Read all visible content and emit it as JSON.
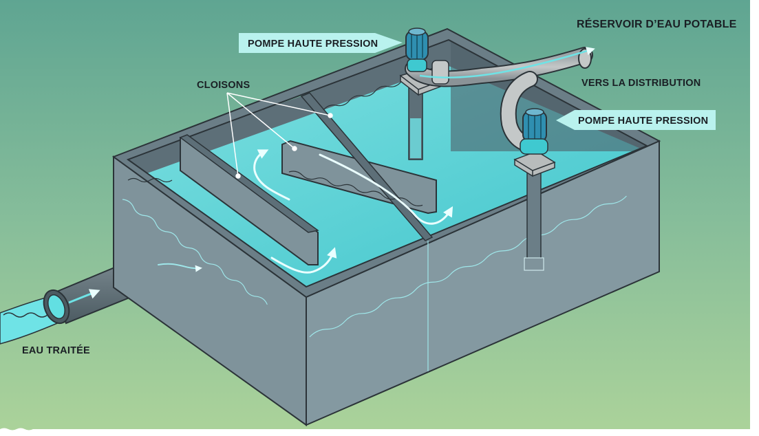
{
  "title": "RÉSERVOIR D’EAU POTABLE",
  "labels": {
    "pump_top": "POMPE HAUTE PRESSION",
    "pump_right": "POMPE HAUTE PRESSION",
    "partitions": "CLOISONS",
    "distribution": "VERS LA DISTRIBUTION",
    "treated_water": "EAU TRAITÉE"
  },
  "colors": {
    "background_top": "#5fa592",
    "background_bottom": "#acd39a",
    "tank_wall": "#7f939b",
    "tank_dark": "#5d6f78",
    "water": "#62dfe2",
    "label_box": "#b9f2ee",
    "pump": "#2f8fb0",
    "pipe": "#b8bcbc"
  }
}
